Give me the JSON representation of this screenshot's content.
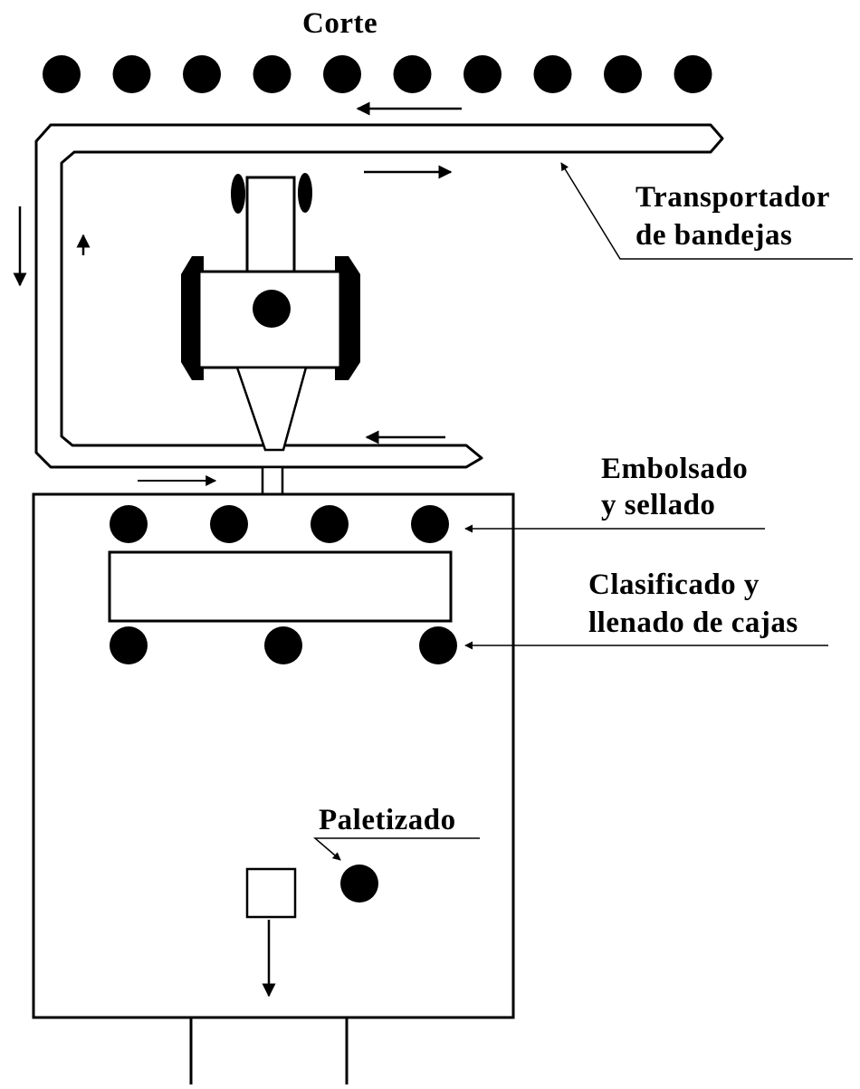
{
  "labels": {
    "corte": "Corte",
    "transportador_line1": "Transportador",
    "transportador_line2": "de bandejas",
    "embolsado_line1": "Embolsado",
    "embolsado_line2": "y sellado",
    "clasificado_line1": "Clasificado y",
    "clasificado_line2": "llenado de cajas",
    "paletizado": "Paletizado"
  },
  "stations": {
    "corte_count": 10,
    "embolsado_count": 4,
    "clasificado_count": 3
  },
  "colors": {
    "ink": "#000000",
    "background": "#ffffff"
  }
}
